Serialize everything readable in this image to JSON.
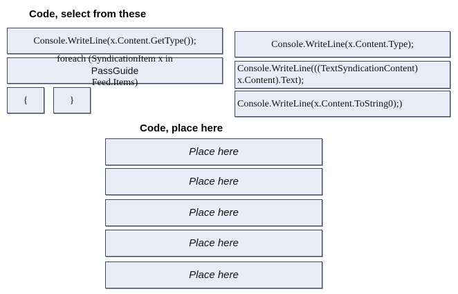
{
  "source_panel": {
    "title": "Code, select from these",
    "tiles": [
      {
        "label": "Console.WriteLine(x.Content.GetType());"
      },
      {
        "line1": "foreach (SyndicationItem x in",
        "line2_part1": "PassGuide",
        "line2_part2": "Feed.Items)"
      },
      {
        "label": "{"
      },
      {
        "label": "}"
      },
      {
        "label": "Console.WriteLine(x.Content.Type);"
      },
      {
        "line1": "Console.WriteLine(((TextSyndicationContent)",
        "line2": "x.Content).Text);"
      },
      {
        "label": "Console.WriteLine(x.Content.ToString0);)"
      }
    ]
  },
  "target_panel": {
    "title": "Code, place here",
    "slots": [
      {
        "label": "Place here"
      },
      {
        "label": "Place here"
      },
      {
        "label": "Place here"
      },
      {
        "label": "Place here"
      },
      {
        "label": "Place here"
      }
    ]
  }
}
